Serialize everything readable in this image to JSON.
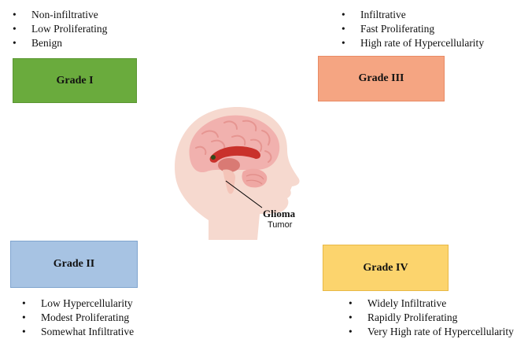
{
  "grades": [
    {
      "id": "g1",
      "label": "Grade I",
      "color": "#6aab3d",
      "features": [
        "Non-infiltrative",
        "Low Proliferating",
        "Benign"
      ]
    },
    {
      "id": "g2",
      "label": "Grade II",
      "color": "#a7c3e3",
      "features": [
        "Low  Hypercellularity",
        "Modest Proliferating",
        "Somewhat Infiltrative"
      ]
    },
    {
      "id": "g3",
      "label": "Grade III",
      "color": "#f5a582",
      "features": [
        "Infiltrative",
        "Fast Proliferating",
        "High rate of Hypercellularity"
      ]
    },
    {
      "id": "g4",
      "label": "Grade IV",
      "color": "#fcd46d",
      "features": [
        "Widely Infiltrative",
        "Rapidly Proliferating",
        "Very High rate of Hypercellularity"
      ]
    }
  ],
  "center": {
    "title": "Glioma",
    "subtitle": "Tumor",
    "icon": "brain-head-icon"
  }
}
